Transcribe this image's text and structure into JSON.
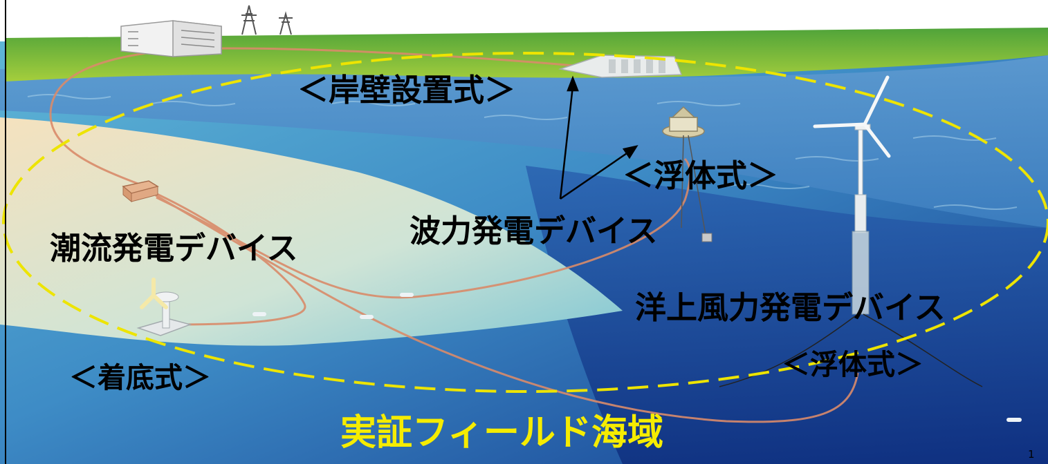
{
  "labels": {
    "quay_type": "＜岸壁設置式＞",
    "floating_type_wave": "＜浮体式＞",
    "wave_device": "波力発電デバイス",
    "tidal_device": "潮流発電デバイス",
    "offshore_wind_device": "洋上風力発電デバイス",
    "bottom_mounted_type": "＜着底式＞",
    "floating_type_wind": "＜浮体式＞",
    "test_field": "実証フィールド海域"
  },
  "page_number": "1",
  "colors": {
    "label_yellow": "#F5EC00",
    "dashed_ellipse": "#EDE400",
    "sea_deep": "#123F95",
    "sea_shallow": "#57B7D8",
    "sand": "#F3DEB6",
    "grass": "#8CC63A",
    "cable": "#D98B6A"
  },
  "icons": [
    "building-icon",
    "power-tower-icon",
    "breakwater-icon",
    "buoy-icon",
    "wind-turbine-icon",
    "tidal-turbine-icon",
    "junction-box-icon"
  ]
}
